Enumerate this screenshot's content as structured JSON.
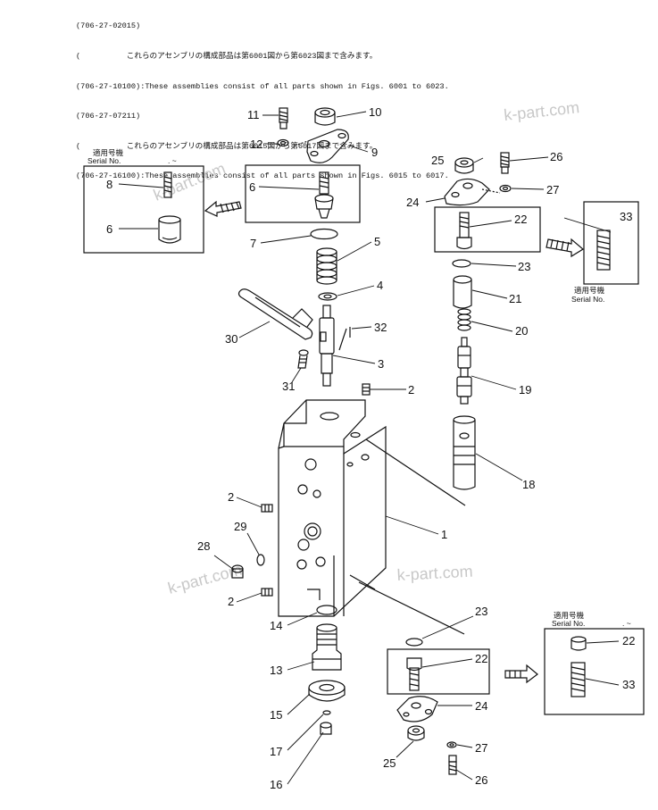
{
  "header": {
    "lines": [
      "(706-27-02015)",
      "(",
      "(706-27-10100):These assemblies consist of all parts shown in Figs. 6001 to 6023.",
      "(706-27-07211)",
      "(",
      "(706-27-16100):These assemblies consist of all parts shown in Figs. 6015 to 6017."
    ],
    "japanese_1": "これらのアセンブリの構成部品は第6001図から第6023図まで含みます。",
    "japanese_2": "これらのアセンブリの構成部品は第6015図から第6017図まで含みます。"
  },
  "watermark": "k-part.com",
  "serial_boxes": {
    "jp_label": "適用号機",
    "en_label": "Serial No.",
    "left_suffix": ". ~",
    "right_bottom_suffix": ". ~"
  },
  "callouts": {
    "c1": "1",
    "c2": "2",
    "c3": "3",
    "c4": "4",
    "c5": "5",
    "c6": "6",
    "c7": "7",
    "c8": "8",
    "c9": "9",
    "c10": "10",
    "c11": "11",
    "c12": "12",
    "c13": "13",
    "c14": "14",
    "c15": "15",
    "c16": "16",
    "c17": "17",
    "c18": "18",
    "c19": "19",
    "c20": "20",
    "c21": "21",
    "c22": "22",
    "c23": "23",
    "c24": "24",
    "c25": "25",
    "c26": "26",
    "c27": "27",
    "c28": "28",
    "c29": "29",
    "c30": "30",
    "c31": "31",
    "c32": "32",
    "c33": "33"
  },
  "colors": {
    "ink": "#111111",
    "watermark": "#c8c8c8",
    "background": "#ffffff"
  }
}
